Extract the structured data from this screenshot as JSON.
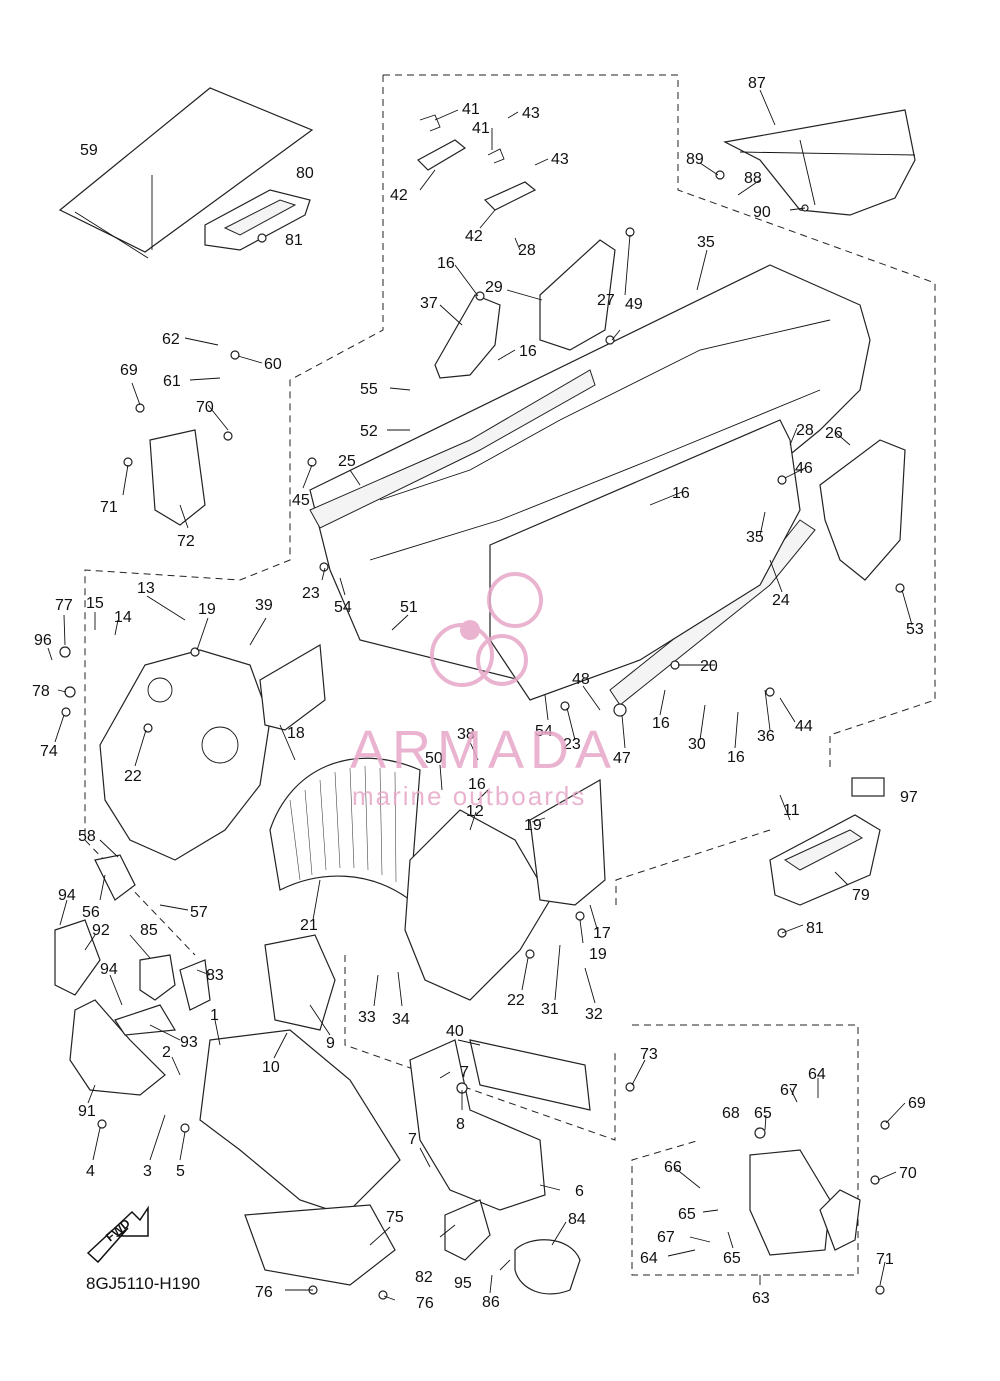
{
  "diagram": {
    "part_code": "8GJ5110-H190",
    "direction_label": "FWD",
    "watermark": {
      "brand": "ARMADA",
      "tagline": "marine outboards",
      "color": "#e7a8c8"
    },
    "callouts": [
      "1",
      "2",
      "3",
      "4",
      "5",
      "6",
      "7",
      "7",
      "8",
      "9",
      "10",
      "11",
      "12",
      "13",
      "14",
      "15",
      "16",
      "16",
      "16",
      "16",
      "16",
      "16",
      "17",
      "18",
      "19",
      "19",
      "19",
      "20",
      "21",
      "22",
      "22",
      "23",
      "23",
      "24",
      "25",
      "26",
      "27",
      "28",
      "28",
      "29",
      "30",
      "31",
      "32",
      "33",
      "34",
      "35",
      "35",
      "36",
      "37",
      "38",
      "39",
      "40",
      "41",
      "41",
      "42",
      "42",
      "43",
      "43",
      "44",
      "45",
      "46",
      "47",
      "48",
      "49",
      "50",
      "51",
      "52",
      "53",
      "54",
      "54",
      "55",
      "56",
      "57",
      "58",
      "59",
      "60",
      "61",
      "62",
      "63",
      "64",
      "64",
      "65",
      "65",
      "65",
      "66",
      "67",
      "67",
      "68",
      "69",
      "69",
      "70",
      "70",
      "71",
      "71",
      "72",
      "73",
      "74",
      "75",
      "76",
      "76",
      "77",
      "78",
      "79",
      "80",
      "81",
      "81",
      "82",
      "83",
      "84",
      "85",
      "86",
      "87",
      "88",
      "89",
      "90",
      "91",
      "92",
      "93",
      "94",
      "94",
      "95",
      "96",
      "97"
    ]
  }
}
